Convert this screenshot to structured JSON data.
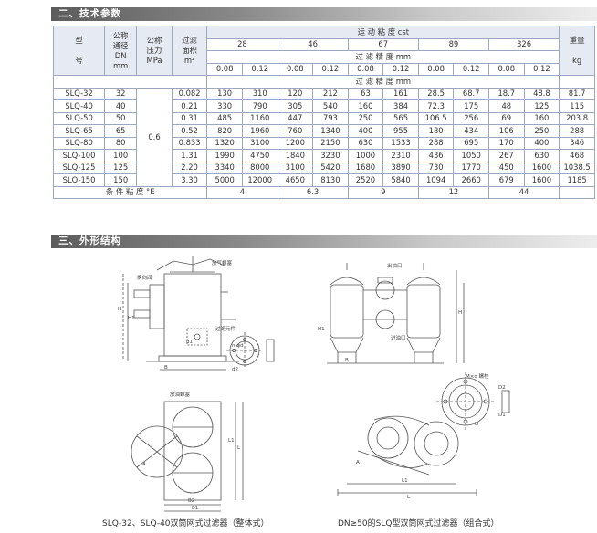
{
  "sections": {
    "tech_params": "二、技术参数",
    "structure": "三、外形结构"
  },
  "table": {
    "h_model_top": "型",
    "h_model_bottom": "号",
    "h_dn": [
      "公称",
      "通径",
      "DN",
      "mm"
    ],
    "h_pressure": [
      "公称",
      "压力",
      "MPa"
    ],
    "h_area": [
      "过滤",
      "面积",
      "m²"
    ],
    "h_viscosity": "运 动 粘 度 cst",
    "h_weight": [
      "重量",
      "kg"
    ],
    "viscosities": [
      "28",
      "46",
      "67",
      "89",
      "326"
    ],
    "h_precision_top": "过 滤 精 度 mm",
    "precision_values": [
      "0.08",
      "0.12",
      "0.08",
      "0.12",
      "0.08",
      "0.12",
      "0.08",
      "0.12",
      "0.08",
      "0.12"
    ],
    "h_precision_bottom": "过 滤 精 度 mm",
    "pressure_value": "0.6",
    "rows": [
      {
        "model": "SLQ-32",
        "dn": "32",
        "area": "0.082",
        "vals": [
          "130",
          "310",
          "120",
          "212",
          "63",
          "161",
          "28.5",
          "68.7",
          "18.7",
          "48.8"
        ],
        "weight": "81.7"
      },
      {
        "model": "SLQ-40",
        "dn": "40",
        "area": "0.21",
        "vals": [
          "330",
          "790",
          "305",
          "540",
          "160",
          "384",
          "72.3",
          "175",
          "48",
          "125"
        ],
        "weight": "115"
      },
      {
        "model": "SLQ-50",
        "dn": "50",
        "area": "0.31",
        "vals": [
          "485",
          "1160",
          "447",
          "793",
          "250",
          "565",
          "106.5",
          "256",
          "69",
          "160"
        ],
        "weight": "203.8"
      },
      {
        "model": "SLQ-65",
        "dn": "65",
        "area": "0.52",
        "vals": [
          "820",
          "1960",
          "760",
          "1340",
          "400",
          "955",
          "180",
          "434",
          "106",
          "250"
        ],
        "weight": "288"
      },
      {
        "model": "SLQ-80",
        "dn": "80",
        "area": "0.833",
        "vals": [
          "1320",
          "3100",
          "1200",
          "2150",
          "630",
          "1533",
          "288",
          "695",
          "170",
          "400"
        ],
        "weight": "346"
      },
      {
        "model": "SLQ-100",
        "dn": "100",
        "area": "1.31",
        "vals": [
          "1990",
          "4750",
          "1840",
          "3230",
          "1000",
          "2310",
          "436",
          "1050",
          "267",
          "630"
        ],
        "weight": "468"
      },
      {
        "model": "SLQ-125",
        "dn": "125",
        "area": "2.20",
        "vals": [
          "3340",
          "8000",
          "3100",
          "5420",
          "1680",
          "3890",
          "730",
          "1770",
          "450",
          "1600"
        ],
        "weight": "1038.5"
      },
      {
        "model": "SLQ-150",
        "dn": "150",
        "area": "3.30",
        "vals": [
          "5000",
          "12000",
          "4650",
          "8130",
          "2520",
          "5840",
          "1094",
          "2660",
          "679",
          "1600"
        ],
        "weight": "1185"
      }
    ],
    "condition_label": "条 件 粘 度 °E",
    "condition_values": [
      "4",
      "6.3",
      "9",
      "12",
      "44"
    ]
  },
  "drawings": {
    "left_labels": {
      "vent_screw": "放气螺塞",
      "switch_handle": "换向阀",
      "filter_element": "过滤元件",
      "drain": "放油螺塞",
      "d1": "d1",
      "d2": "d2",
      "n_holes": "n-φd",
      "b": "B",
      "b1": "B1",
      "b2": "B2",
      "h": "H",
      "h1": "H1",
      "l": "L",
      "l1": "L1",
      "a": "A"
    },
    "right_labels": {
      "outlet": "出油口",
      "inlet": "进油口",
      "nut": "M×d 螺栓",
      "d1": "D1",
      "d2": "D2",
      "d": "D",
      "h": "H",
      "h1": "H1",
      "l": "L",
      "l1": "L1",
      "a": "A",
      "b": "B"
    }
  },
  "captions": {
    "left": "SLQ-32、SLQ-40双筒网式过滤器（整体式）",
    "right": "DN≥50的SLQ型双筒网式过滤器（组合式）"
  }
}
